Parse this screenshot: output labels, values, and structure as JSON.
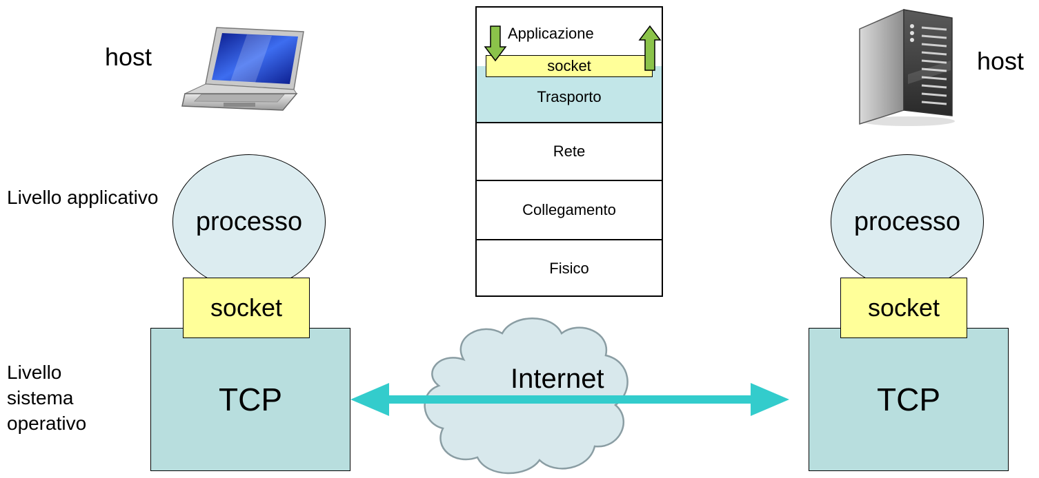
{
  "hosts": {
    "left_label": "host",
    "right_label": "host"
  },
  "levels": {
    "application": "Livello applicativo",
    "system": "Livello sistema operativo"
  },
  "stack": {
    "application": "Applicazione",
    "socket": "socket",
    "transport": "Trasporto",
    "network": "Rete",
    "link": "Collegamento",
    "physical": "Fisico"
  },
  "left": {
    "process": "processo",
    "socket": "socket",
    "tcp": "TCP"
  },
  "right": {
    "process": "processo",
    "socket": "socket",
    "tcp": "TCP"
  },
  "network": {
    "label": "Internet"
  },
  "colors": {
    "process_fill": "#dcecf0",
    "socket_fill": "#ffff99",
    "tcp_fill": "#b8dede",
    "transport_fill": "#c2e6e8",
    "connection_arrow": "#33cccc",
    "socket_arrows": "#8bc34a"
  }
}
